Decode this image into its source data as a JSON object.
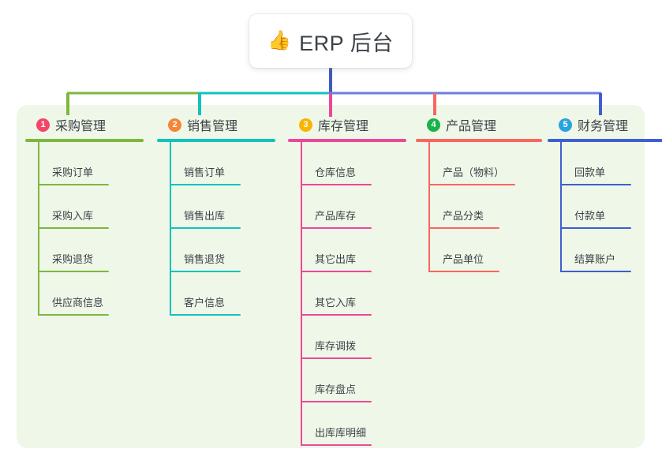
{
  "diagram": {
    "type": "tree-mindmap",
    "root": {
      "icon": "thumbs-up-icon",
      "emoji": "👍",
      "title": "ERP 后台"
    },
    "branches": [
      {
        "number": "1",
        "title": "采购管理",
        "color": "#7db73f",
        "badge_color": "#f2476b",
        "items": [
          "采购订单",
          "采购入库",
          "采购退货",
          "供应商信息"
        ]
      },
      {
        "number": "2",
        "title": "销售管理",
        "color": "#12c2bd",
        "badge_color": "#f58634",
        "items": [
          "销售订单",
          "销售出库",
          "销售退货",
          "客户信息"
        ]
      },
      {
        "number": "3",
        "title": "库存管理",
        "color": "#ec4899",
        "badge_color": "#f7b500",
        "items": [
          "仓库信息",
          "产品库存",
          "其它出库",
          "其它入库",
          "库存调拨",
          "库存盘点",
          "出库库明细"
        ]
      },
      {
        "number": "4",
        "title": "产品管理",
        "color": "#fb6560",
        "badge_color": "#19b349",
        "items": [
          "产品（物料）",
          "产品分类",
          "产品单位"
        ]
      },
      {
        "number": "5",
        "title": "财务管理",
        "color": "#3f5fd0",
        "badge_color": "#29a3e0",
        "items": [
          "回款单",
          "付款单",
          "结算账户"
        ]
      }
    ]
  },
  "theme": {
    "panel_background": "#eff7e8",
    "page_background": "#ffffff",
    "text_color": "#3c4148",
    "root_stem_color": "#4159c0",
    "bus_left_color": "#12c2bd",
    "bus_right_color": "#6b7fe0"
  }
}
